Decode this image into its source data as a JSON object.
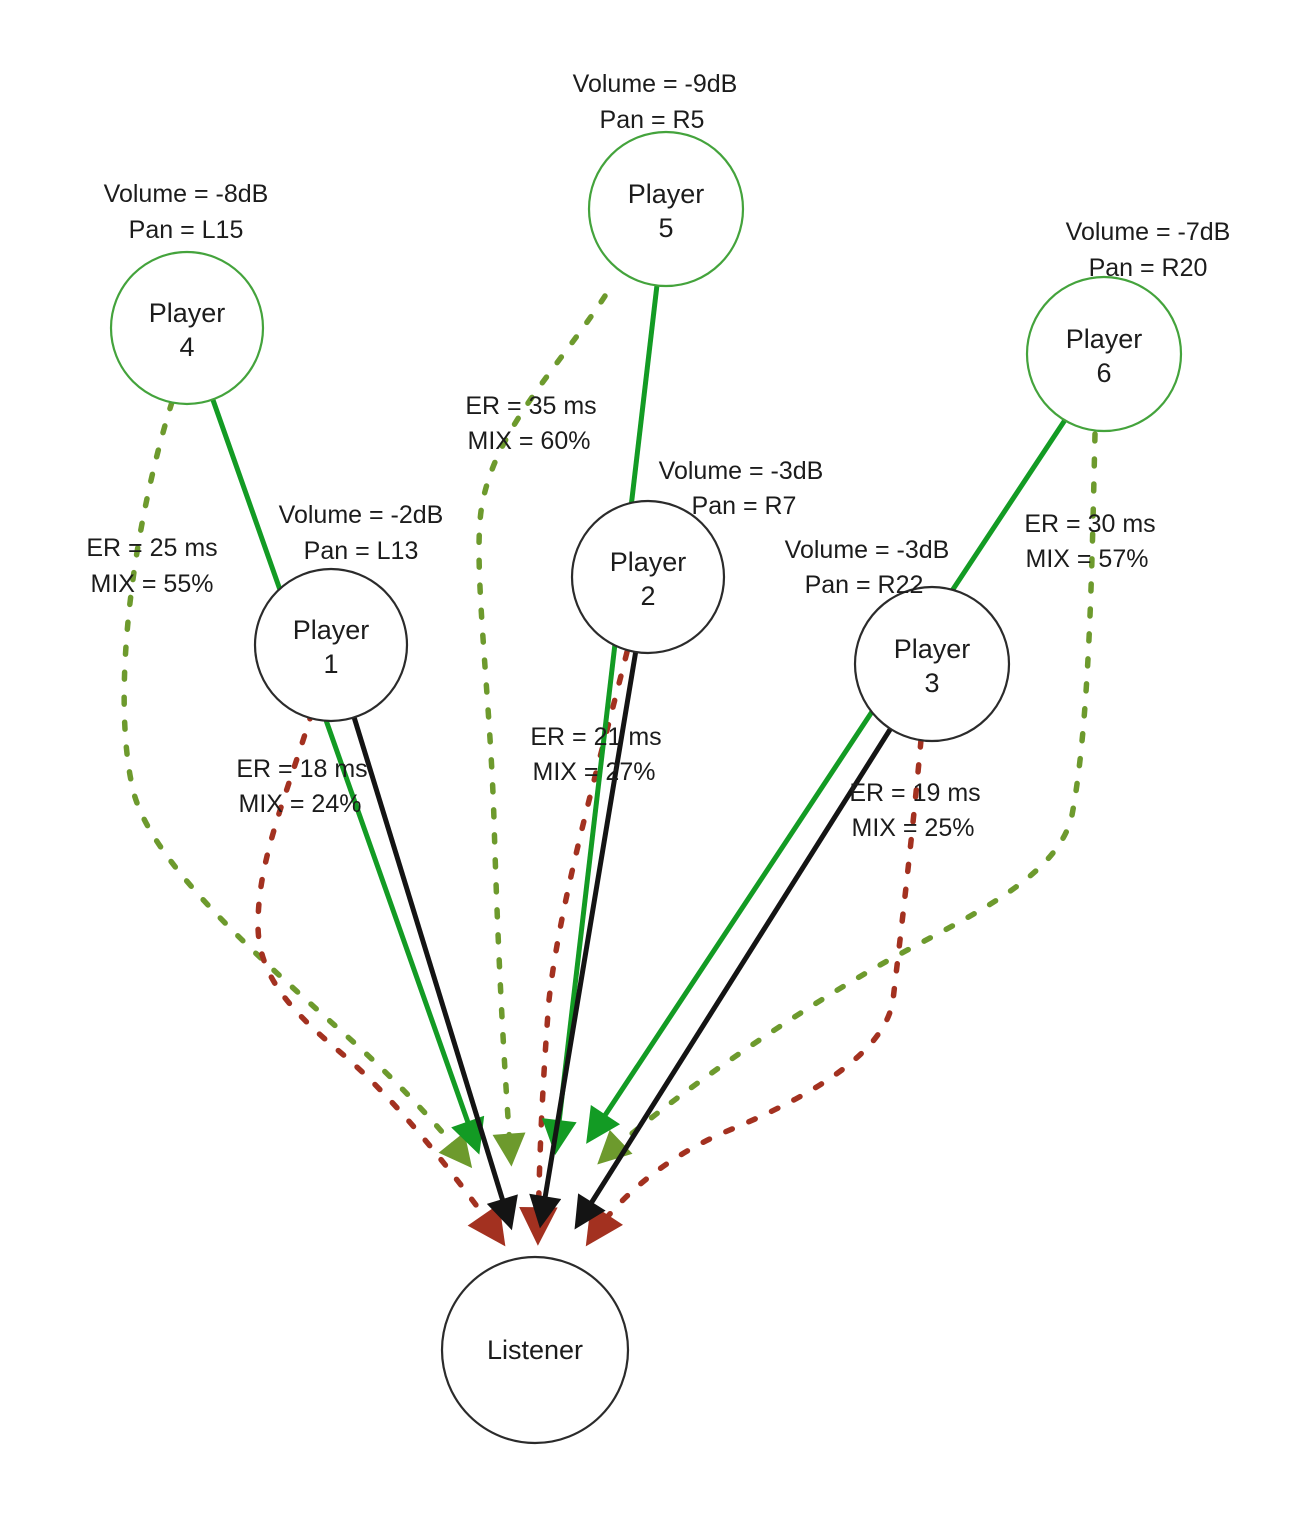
{
  "colors": {
    "line_green": "#139b24",
    "node_green": "#44a33c",
    "olive": "#6d9a2d",
    "red": "#a33120",
    "black": "#141414",
    "node_black": "#2b2b2b"
  },
  "nodes": {
    "player4": {
      "name": "Player",
      "number": "4",
      "volume": "Volume = -8dB",
      "pan": "Pan = L15",
      "er": "ER = 25 ms",
      "mix": "MIX = 55%"
    },
    "player5": {
      "name": "Player",
      "number": "5",
      "volume": "Volume = -9dB",
      "pan": "Pan = R5",
      "er": "ER = 35 ms",
      "mix": "MIX = 60%"
    },
    "player6": {
      "name": "Player",
      "number": "6",
      "volume": "Volume = -7dB",
      "pan": "Pan = R20",
      "er": "ER = 30 ms",
      "mix": "MIX = 57%"
    },
    "player1": {
      "name": "Player",
      "number": "1",
      "volume": "Volume = -2dB",
      "pan": "Pan = L13",
      "er": "ER = 18 ms",
      "mix": "MIX = 24%"
    },
    "player2": {
      "name": "Player",
      "number": "2",
      "volume": "Volume = -3dB",
      "pan": "Pan = R7",
      "er": "ER = 21 ms",
      "mix": "MIX = 27%"
    },
    "player3": {
      "name": "Player",
      "number": "3",
      "volume": "Volume = -3dB",
      "pan": "Pan = R22",
      "er": "ER = 19 ms",
      "mix": "MIX = 25%"
    },
    "listener": {
      "name": "Listener"
    }
  }
}
